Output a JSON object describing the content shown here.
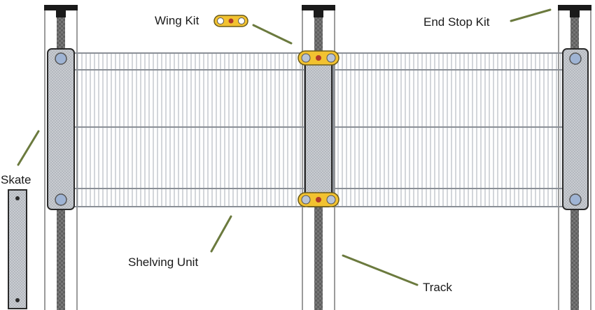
{
  "labels": {
    "wing_kit": "Wing Kit",
    "end_stop_kit": "End Stop Kit",
    "skate": "Skate",
    "shelving_unit": "Shelving Unit",
    "track": "Track"
  },
  "colors": {
    "leader_line": "#6b7a3e",
    "wing_kit_plate": "#f2c230",
    "track_rod": "#6e6e6e",
    "rail_outline": "#7a7a7a",
    "wire_mesh": "#9aa0a8",
    "post_cap": "#1a1a1a"
  }
}
